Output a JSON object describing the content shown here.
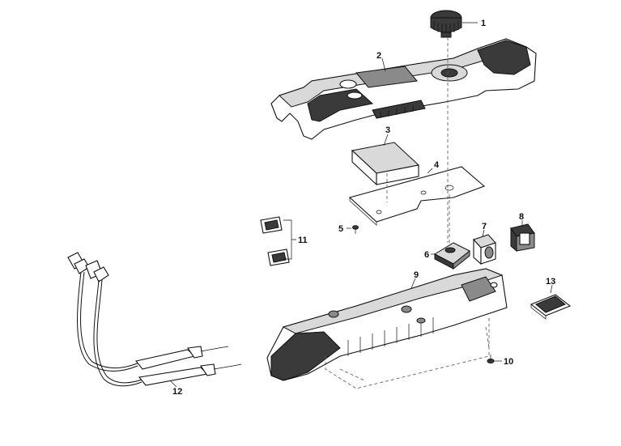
{
  "diagram": {
    "type": "exploded-parts-view",
    "callouts": [
      "1",
      "2",
      "3",
      "4",
      "5",
      "6",
      "7",
      "8",
      "9",
      "10",
      "11",
      "12",
      "13"
    ],
    "label_texts": {
      "label_11_top": "",
      "label_11_bottom": "",
      "label_13": ""
    }
  }
}
